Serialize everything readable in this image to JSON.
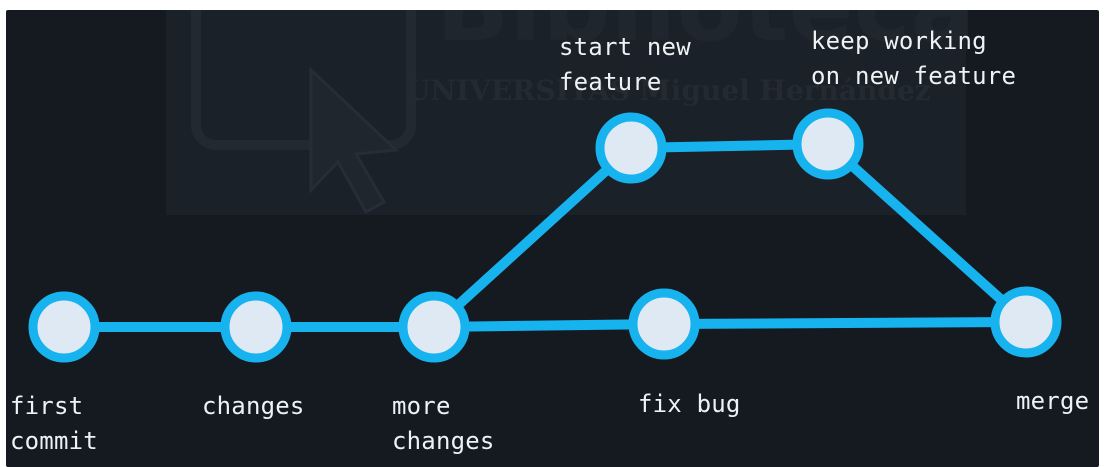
{
  "watermark": {
    "title": "Biblioteca",
    "subtitle": "UNIVERSITAS Miguel Hernández"
  },
  "commits": [
    {
      "id": "first-commit",
      "label": "first\ncommit"
    },
    {
      "id": "changes",
      "label": "changes"
    },
    {
      "id": "more-changes",
      "label": "more\nchanges"
    },
    {
      "id": "fix-bug",
      "label": "fix bug"
    },
    {
      "id": "merge",
      "label": "merge"
    },
    {
      "id": "start-new-feature",
      "label": "start new\nfeature"
    },
    {
      "id": "keep-working",
      "label": "keep working\non new feature"
    }
  ],
  "colors": {
    "background": "#141a20",
    "line": "#17b3ef",
    "node_fill": "#dfe9f3",
    "text": "#eef2f5"
  }
}
